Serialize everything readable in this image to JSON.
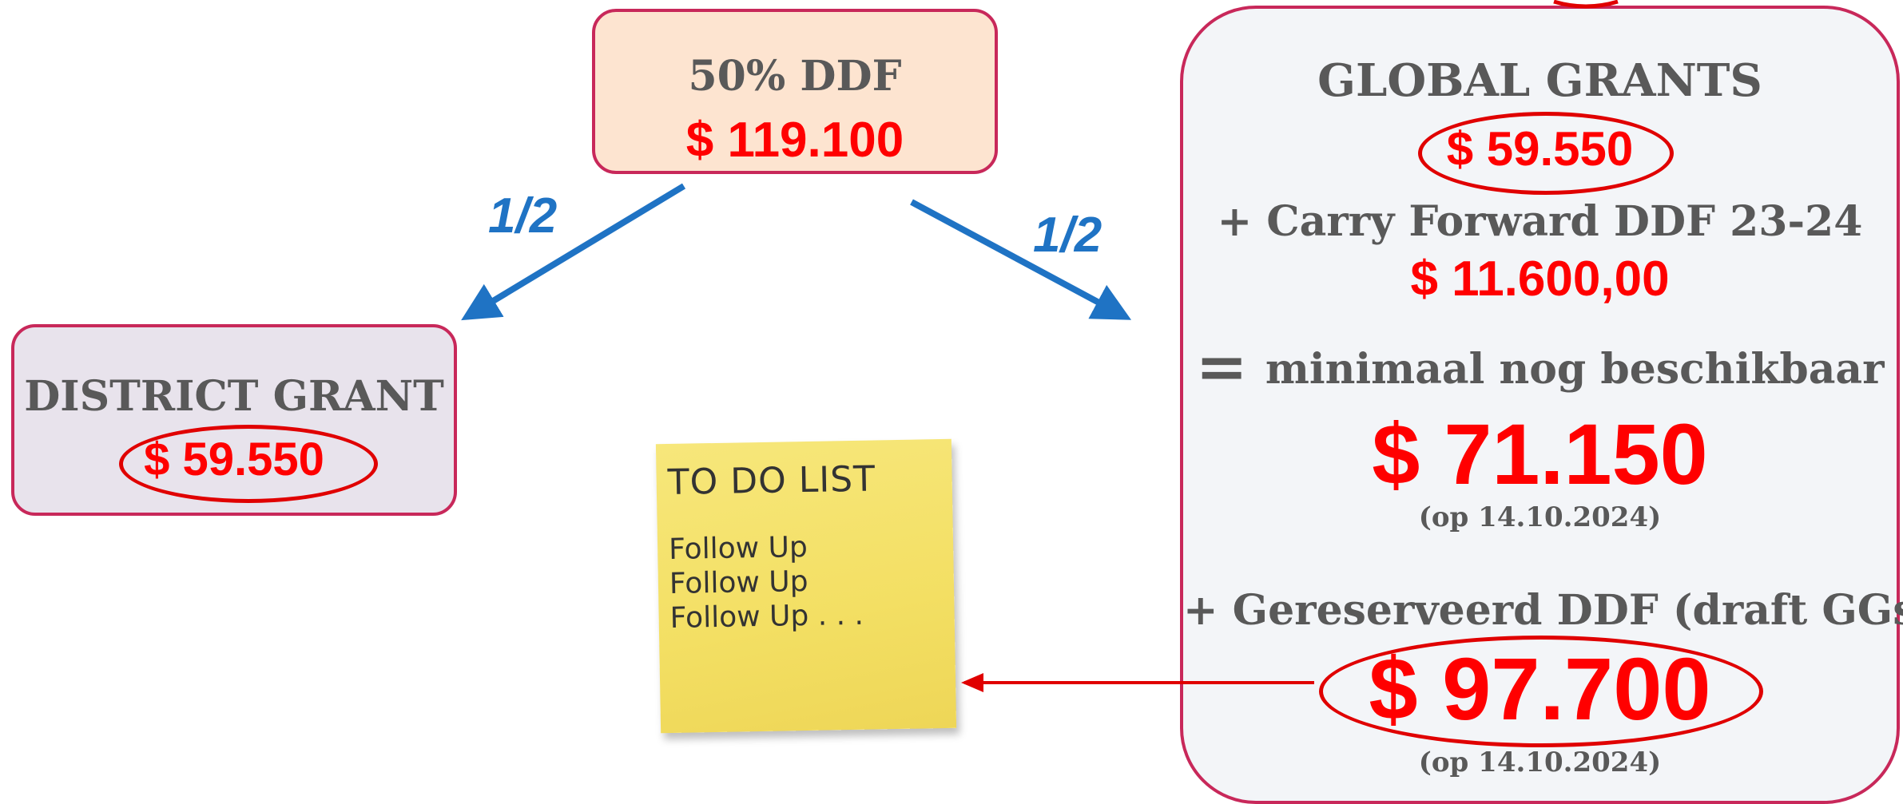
{
  "ddf": {
    "title": "50% DDF",
    "amount": "$ 119.100"
  },
  "district": {
    "title": "DISTRICT GRANT",
    "amount": "$ 59.550"
  },
  "split": {
    "left": "1/2",
    "right": "1/2"
  },
  "global": {
    "title": "GLOBAL GRANTS",
    "amount": "$ 59.550",
    "carry_label": "+ Carry Forward DDF 23-24",
    "carry_amount": "$ 11.600,00",
    "equals": "=",
    "available_label": "minimaal nog beschikbaar",
    "available_amount": "$ 71.150",
    "available_date": "(op 14.10.2024)",
    "reserved_label": "+ Gereserveerd DDF (draft GGs)",
    "reserved_amount": "$ 97.700",
    "reserved_date": "(op 14.10.2024)"
  },
  "sticky_note": {
    "heading": "TO DO LIST",
    "lines": [
      "Follow Up",
      "Follow Up",
      "Follow Up . . ."
    ]
  },
  "colors": {
    "arrow_blue": "#1f73c4",
    "accent_red": "#ff0000",
    "border": "#c8285a"
  }
}
